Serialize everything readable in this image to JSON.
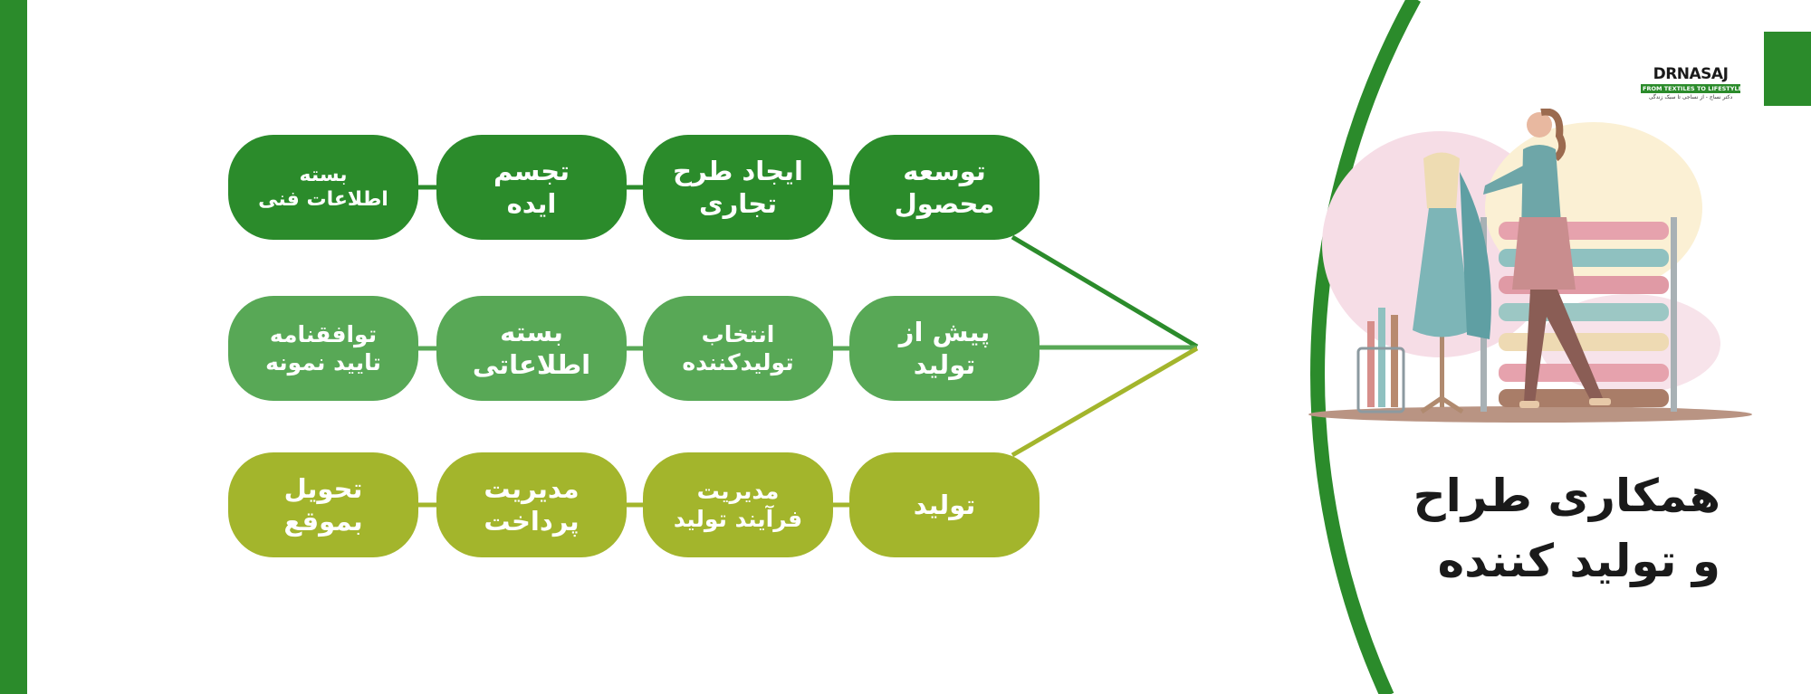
{
  "brand": {
    "name": "DRNASAJ",
    "tagline": "FROM TEXTILES TO LIFESTYLE",
    "subtitle": "دکتر نساج - از نساجی تا سبک زندگی"
  },
  "title": {
    "line1": "همکاری طراح",
    "line2": "و تولید کننده"
  },
  "colors": {
    "dark_green": "#2b8b2b",
    "medium_green": "#58a856",
    "olive_green": "#a3b52c"
  },
  "rows": [
    {
      "steps": [
        {
          "line1": "توسعه",
          "line2": "محصول"
        },
        {
          "line1": "ایجاد طرح",
          "line2": "تجاری"
        },
        {
          "line1": "تجسم",
          "line2": "ایده"
        },
        {
          "line1": "بسته",
          "line2": "اطلاعات فنی"
        }
      ]
    },
    {
      "steps": [
        {
          "line1": "پیش از",
          "line2": "تولید"
        },
        {
          "line1": "انتخاب",
          "line2": "تولیدکننده"
        },
        {
          "line1": "بسته",
          "line2": "اطلاعاتی"
        },
        {
          "line1": "توافقنامه",
          "line2": "تایید نمونه"
        }
      ]
    },
    {
      "steps": [
        {
          "line1": "تولید",
          "line2": ""
        },
        {
          "line1": "مدیریت",
          "line2": "فرآیند تولید"
        },
        {
          "line1": "مدیریت",
          "line2": "پرداخت"
        },
        {
          "line1": "تحویل",
          "line2": "بموقع"
        }
      ]
    }
  ],
  "illustration": {
    "icon": "fashion-designer-illustration"
  }
}
